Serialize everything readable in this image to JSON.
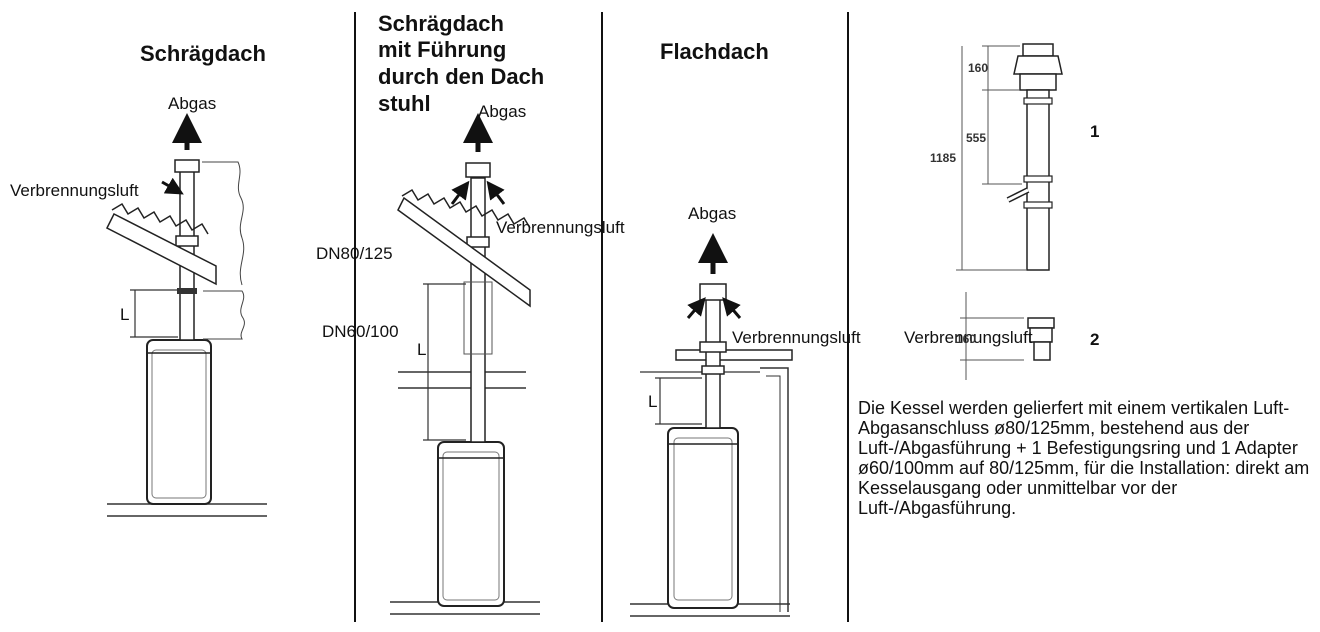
{
  "panels": {
    "pitched": {
      "title": "Schrägdach",
      "exhaust": "Abgas",
      "combustion_air": "Verbrennungsluft",
      "length": "L"
    },
    "rafters": {
      "title_lines": [
        "Schrägdach",
        "mit Führung",
        "durch den Dach",
        "stuhl"
      ],
      "exhaust": "Abgas",
      "combustion_air": "Verbrennungsluft",
      "dn_upper": "DN80/125",
      "dn_lower": "DN60/100",
      "length": "L"
    },
    "flat": {
      "title": "Flachdach",
      "exhaust": "Abgas",
      "combustion_air": "Verbrennungsluft",
      "length": "L"
    }
  },
  "kit": {
    "part1": {
      "callout": "1",
      "dim_top": "160",
      "dim_mid": "555",
      "dim_total": "1185"
    },
    "part2": {
      "callout": "2",
      "combustion_air": "Verbrennungsluft",
      "dim": "160"
    },
    "description": "Die Kessel werden gelierfert mit einem vertikalen Luft-Abgasanschluss ø80/125mm, bestehend aus der Luft-/Abgasführung + 1 Befestigungsring und 1 Adapter ø60/100mm auf 80/125mm, für die Installation: direkt am Kesselausgang oder unmittelbar vor der Luft-/Abgasführung."
  }
}
